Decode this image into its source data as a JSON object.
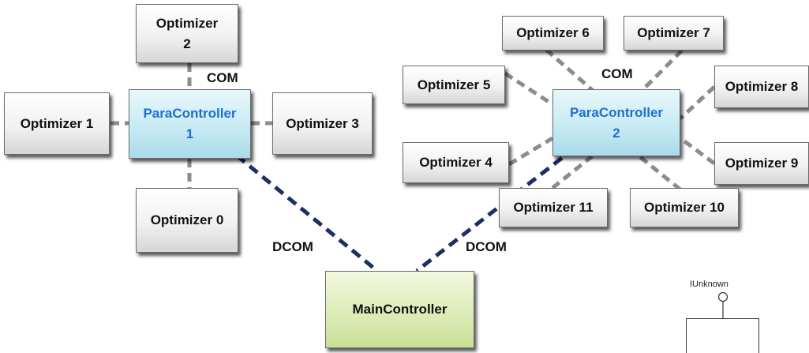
{
  "para_controllers": [
    {
      "id": "pc1",
      "label": "ParaController\n1"
    },
    {
      "id": "pc2",
      "label": "ParaController\n2"
    }
  ],
  "main_controller": {
    "label": "MainController"
  },
  "optimizers": [
    {
      "id": "o0",
      "label": "Optimizer 0"
    },
    {
      "id": "o1",
      "label": "Optimizer 1"
    },
    {
      "id": "o2",
      "label": "Optimizer\n2"
    },
    {
      "id": "o3",
      "label": "Optimizer 3"
    },
    {
      "id": "o4",
      "label": "Optimizer 4"
    },
    {
      "id": "o5",
      "label": "Optimizer 5"
    },
    {
      "id": "o6",
      "label": "Optimizer 6"
    },
    {
      "id": "o7",
      "label": "Optimizer 7"
    },
    {
      "id": "o8",
      "label": "Optimizer 8"
    },
    {
      "id": "o9",
      "label": "Optimizer 9"
    },
    {
      "id": "o10",
      "label": "Optimizer 10"
    },
    {
      "id": "o11",
      "label": "Optimizer 11"
    }
  ],
  "connection_labels": {
    "com_left": "COM",
    "com_right": "COM",
    "dcom_left": "DCOM",
    "dcom_right": "DCOM"
  },
  "interface": {
    "label": "IUnknown"
  },
  "colors": {
    "com_line": "#8c8c8c",
    "dcom_line": "#1b2f66",
    "para_text": "#1f6fd0",
    "para_fill": "#c4e9f3",
    "main_fill": "#dcebb5"
  }
}
